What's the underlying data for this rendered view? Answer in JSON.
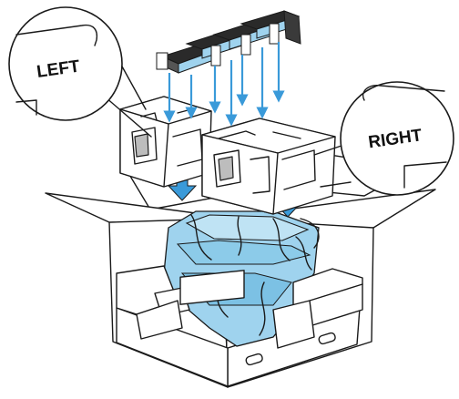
{
  "callouts": {
    "left": {
      "label": "LEFT"
    },
    "right": {
      "label": "RIGHT"
    }
  },
  "colors": {
    "accent": "#3a9ad9",
    "printer_tint": "#9fd3ee",
    "cartridge": "#2a2a2a",
    "foam": "#ffffff",
    "outline": "#1a1a1a"
  },
  "icons": {
    "arrow": "blue-down-arrow",
    "magnifier": "zoom-callout-circle"
  },
  "parts": {
    "cartridges": 4,
    "small_arrows": 7,
    "large_arrows": 2
  }
}
